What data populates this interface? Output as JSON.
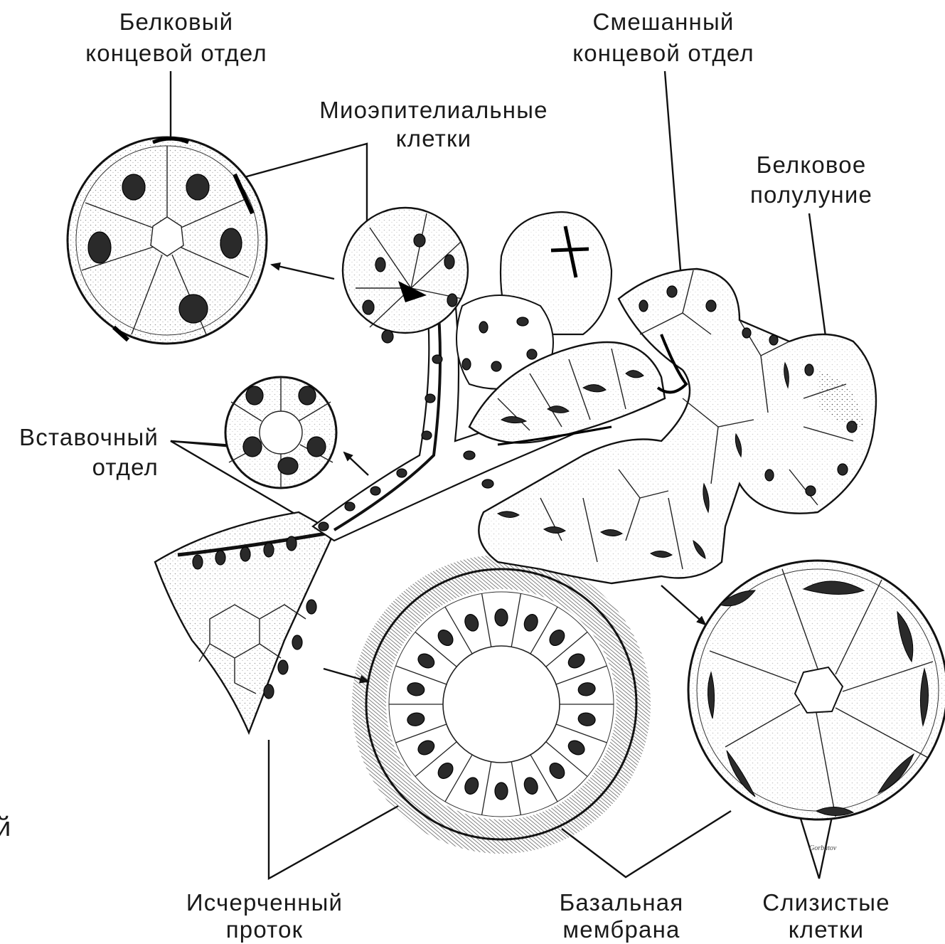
{
  "diagram": {
    "labels": {
      "serous_end": [
        "Белковый",
        "концевой отдел"
      ],
      "mixed_end": [
        "Смешанный",
        "концевой отдел"
      ],
      "myoepithelial": [
        "Миоэпителиальные",
        "клетки"
      ],
      "demilune": [
        "Белковое",
        "полулуние"
      ],
      "intercalated": [
        "Вставочный",
        "отдел"
      ],
      "striated": [
        "Исчерченный",
        "проток"
      ],
      "basal": [
        "Базальная",
        "мембрана"
      ],
      "mucous": [
        "Слизистые",
        "клетки"
      ],
      "edge_fragment": "й",
      "signature": "Gorbatov"
    },
    "colors": {
      "ink": "#111111",
      "paper": "#ffffff",
      "nucleus": "#2a2a2a"
    }
  }
}
